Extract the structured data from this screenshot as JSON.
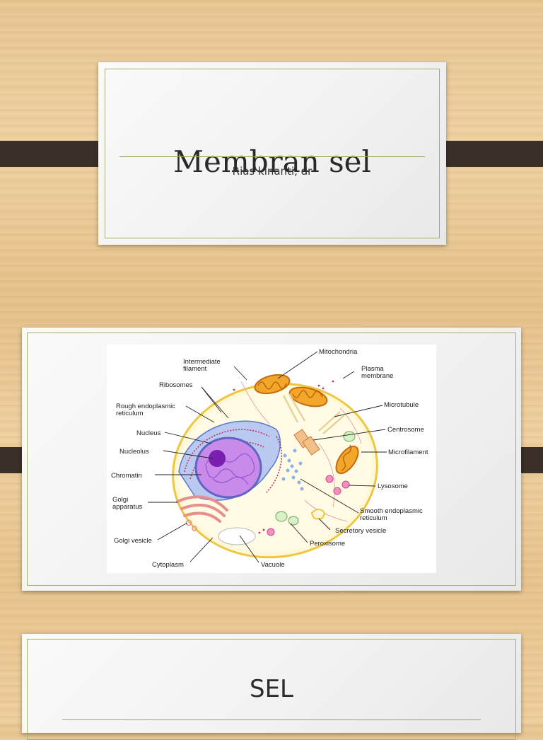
{
  "slide1": {
    "title": "Membran sel",
    "subtitle": "Rias kinanti, dr"
  },
  "slide2": {
    "labels": {
      "intermediate_filament": [
        "Intermediate",
        "filament"
      ],
      "ribosomes": "Ribosomes",
      "rough_er": [
        "Rough endoplasmic",
        "reticulum"
      ],
      "nucleus": "Nucleus",
      "nucleolus": "Nucleolus",
      "chromatin": "Chromatin",
      "golgi_apparatus": [
        "Golgi",
        "apparatus"
      ],
      "golgi_vesicle": "Golgi vesicle",
      "cytoplasm": "Cytoplasm",
      "vacuole": "Vacuole",
      "mitochondria": "Mitochondria",
      "plasma_membrane": [
        "Plasma",
        "membrane"
      ],
      "microtubule": "Microtubule",
      "centrosome": "Centrosome",
      "microfilament": "Microfilament",
      "lysosome": "Lysosome",
      "smooth_er": [
        "Smooth endoplasmic",
        "reticulum"
      ],
      "secretory_vesicle": "Secretory vesicle",
      "peroxisome": "Peroxisome"
    }
  },
  "slide3": {
    "title": "SEL"
  },
  "colors": {
    "rule": "#9aa55a",
    "tab": "#3a3028",
    "nucleus": "#b56fe0",
    "mitochondria": "#f2a72a"
  }
}
